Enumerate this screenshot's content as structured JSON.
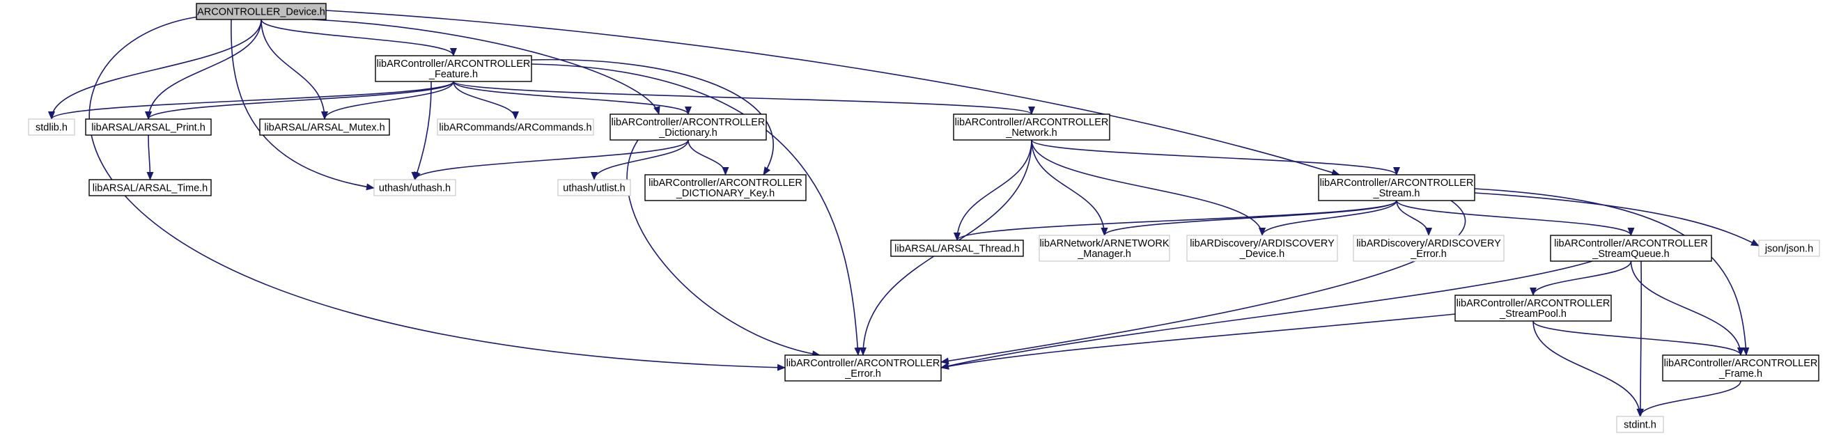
{
  "colors": {
    "edge": "#191970",
    "border_included": "#000000",
    "border_external": "#bfbfbf",
    "root_fill": "#bfbfbf",
    "node_fill": "#ffffff",
    "text": "#000000"
  },
  "nodes": [
    {
      "id": "device",
      "lines": [
        "ARCONTROLLER_Device.h"
      ],
      "kind": "root"
    },
    {
      "id": "feature",
      "lines": [
        "libARController/ARCONTROLLER",
        "_Feature.h"
      ],
      "kind": "included"
    },
    {
      "id": "stdlib",
      "lines": [
        "stdlib.h"
      ],
      "kind": "external"
    },
    {
      "id": "print",
      "lines": [
        "libARSAL/ARSAL_Print.h"
      ],
      "kind": "included"
    },
    {
      "id": "mutex",
      "lines": [
        "libARSAL/ARSAL_Mutex.h"
      ],
      "kind": "included"
    },
    {
      "id": "arcommands",
      "lines": [
        "libARCommands/ARCommands.h"
      ],
      "kind": "external"
    },
    {
      "id": "dictionary",
      "lines": [
        "libARController/ARCONTROLLER",
        "_Dictionary.h"
      ],
      "kind": "included"
    },
    {
      "id": "network",
      "lines": [
        "libARController/ARCONTROLLER",
        "_Network.h"
      ],
      "kind": "included"
    },
    {
      "id": "time",
      "lines": [
        "libARSAL/ARSAL_Time.h"
      ],
      "kind": "included"
    },
    {
      "id": "uthash",
      "lines": [
        "uthash/uthash.h"
      ],
      "kind": "external"
    },
    {
      "id": "utlist",
      "lines": [
        "uthash/utlist.h"
      ],
      "kind": "external"
    },
    {
      "id": "dictkey",
      "lines": [
        "libARController/ARCONTROLLER",
        "_DICTIONARY_Key.h"
      ],
      "kind": "included"
    },
    {
      "id": "stream",
      "lines": [
        "libARController/ARCONTROLLER",
        "_Stream.h"
      ],
      "kind": "included"
    },
    {
      "id": "thread",
      "lines": [
        "libARSAL/ARSAL_Thread.h"
      ],
      "kind": "included"
    },
    {
      "id": "netmgr",
      "lines": [
        "libARNetwork/ARNETWORK",
        "_Manager.h"
      ],
      "kind": "external"
    },
    {
      "id": "discdev",
      "lines": [
        "libARDiscovery/ARDISCOVERY",
        "_Device.h"
      ],
      "kind": "external"
    },
    {
      "id": "discerr",
      "lines": [
        "libARDiscovery/ARDISCOVERY",
        "_Error.h"
      ],
      "kind": "external"
    },
    {
      "id": "squeue",
      "lines": [
        "libARController/ARCONTROLLER",
        "_StreamQueue.h"
      ],
      "kind": "included"
    },
    {
      "id": "json",
      "lines": [
        "json/json.h"
      ],
      "kind": "external"
    },
    {
      "id": "spool",
      "lines": [
        "libARController/ARCONTROLLER",
        "_StreamPool.h"
      ],
      "kind": "included"
    },
    {
      "id": "error",
      "lines": [
        "libARController/ARCONTROLLER",
        "_Error.h"
      ],
      "kind": "included"
    },
    {
      "id": "frame",
      "lines": [
        "libARController/ARCONTROLLER",
        "_Frame.h"
      ],
      "kind": "included"
    },
    {
      "id": "stdint",
      "lines": [
        "stdint.h"
      ],
      "kind": "external"
    }
  ],
  "edges": [
    {
      "from": "device",
      "to": "feature"
    },
    {
      "from": "device",
      "to": "stdlib"
    },
    {
      "from": "device",
      "to": "print"
    },
    {
      "from": "device",
      "to": "mutex"
    },
    {
      "from": "device",
      "to": "uthash"
    },
    {
      "from": "device",
      "to": "dictionary"
    },
    {
      "from": "device",
      "to": "stream"
    },
    {
      "from": "device",
      "to": "error"
    },
    {
      "from": "feature",
      "to": "stdlib"
    },
    {
      "from": "feature",
      "to": "print"
    },
    {
      "from": "feature",
      "to": "mutex"
    },
    {
      "from": "feature",
      "to": "uthash"
    },
    {
      "from": "feature",
      "to": "arcommands"
    },
    {
      "from": "feature",
      "to": "dictionary"
    },
    {
      "from": "feature",
      "to": "dictkey"
    },
    {
      "from": "feature",
      "to": "network"
    },
    {
      "from": "feature",
      "to": "error"
    },
    {
      "from": "print",
      "to": "time"
    },
    {
      "from": "dictionary",
      "to": "uthash"
    },
    {
      "from": "dictionary",
      "to": "utlist"
    },
    {
      "from": "dictionary",
      "to": "dictkey"
    },
    {
      "from": "dictionary",
      "to": "error"
    },
    {
      "from": "network",
      "to": "error"
    },
    {
      "from": "network",
      "to": "thread"
    },
    {
      "from": "network",
      "to": "netmgr"
    },
    {
      "from": "network",
      "to": "discdev"
    },
    {
      "from": "network",
      "to": "stream"
    },
    {
      "from": "stream",
      "to": "thread"
    },
    {
      "from": "stream",
      "to": "netmgr"
    },
    {
      "from": "stream",
      "to": "discdev"
    },
    {
      "from": "stream",
      "to": "discerr"
    },
    {
      "from": "stream",
      "to": "squeue"
    },
    {
      "from": "stream",
      "to": "json"
    },
    {
      "from": "stream",
      "to": "frame"
    },
    {
      "from": "stream",
      "to": "error"
    },
    {
      "from": "squeue",
      "to": "spool"
    },
    {
      "from": "squeue",
      "to": "error"
    },
    {
      "from": "squeue",
      "to": "frame"
    },
    {
      "from": "squeue",
      "to": "stdint"
    },
    {
      "from": "spool",
      "to": "error"
    },
    {
      "from": "spool",
      "to": "frame"
    },
    {
      "from": "spool",
      "to": "stdint"
    },
    {
      "from": "frame",
      "to": "stdint"
    }
  ]
}
